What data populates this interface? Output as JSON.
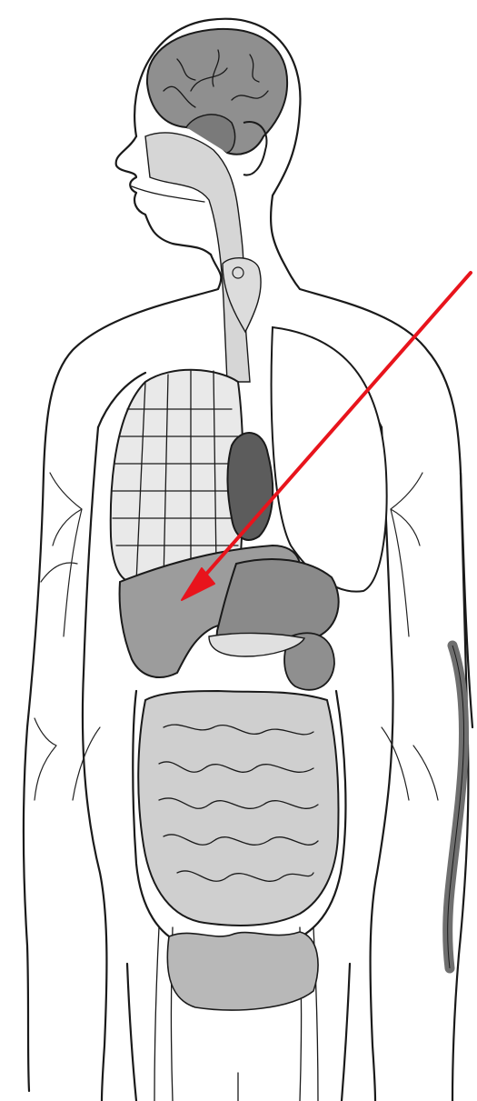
{
  "figure": {
    "kind": "human anatomy internal organs line drawing",
    "highlighted_organ": "liver",
    "colors": {
      "background": "#ffffff",
      "outline": "#1a1a1a",
      "arrow": "#e8141c",
      "organ_light": "#c9c9c9",
      "organ_mid": "#9c9c9c",
      "organ_dark": "#5c5c5c",
      "airway": "#d6d6d6"
    },
    "icons": [
      "arrow-pointer",
      "brain",
      "lungs",
      "heart",
      "liver",
      "stomach",
      "intestines",
      "bladder",
      "spleen-strip"
    ]
  }
}
